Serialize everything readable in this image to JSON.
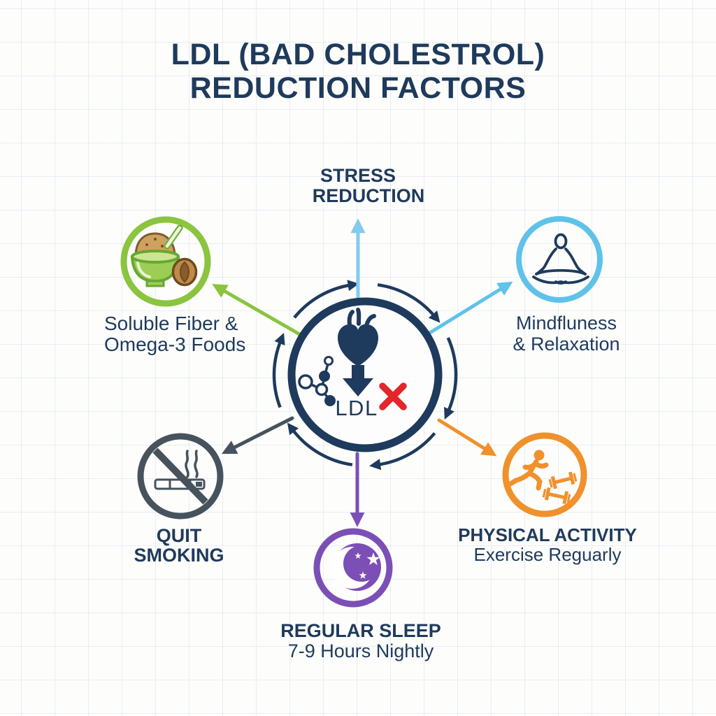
{
  "title": {
    "line1": "LDL (BAD CHOLESTROL)",
    "line2": "REDUCTION FACTORS"
  },
  "center": {
    "label": "LDL",
    "icons": [
      "anatomical-heart-icon",
      "down-arrow-icon",
      "molecule-icon",
      "red-x-icon"
    ],
    "motif": "clockwise-cycle-arrows"
  },
  "factors": {
    "stress": {
      "line1": "STRESS",
      "line2": "REDUCTION",
      "color_key": "light_blue",
      "icon": ""
    },
    "mindfulness": {
      "line1": "Mindfluness",
      "line2": "& Relaxation",
      "color_key": "sky_blue",
      "icon": "meditation-icon"
    },
    "fiber": {
      "line1": "Soluble Fiber &",
      "line2": "Omega-3 Foods",
      "color_key": "green",
      "icon": "fiber-bowl-walnut-icon"
    },
    "smoking": {
      "line1": "QUIT",
      "line2": "SMOKING",
      "color_key": "gray",
      "icon": "no-smoking-icon"
    },
    "activity": {
      "line1": "PHYSICAL ACTIVITY",
      "line2": "Exercise Reguarly",
      "color_key": "orange",
      "icon": "runner-dumbbells-icon"
    },
    "sleep": {
      "line1": "REGULAR SLEEP",
      "line2": "7-9 Hours Nightly",
      "color_key": "purple",
      "icon": "moon-stars-icon"
    }
  },
  "colors": {
    "navy": "#1e3a5c",
    "green": "#8bc43f",
    "light_blue": "#82cbee",
    "sky_blue": "#5fc2e9",
    "orange": "#f0912c",
    "purple": "#7b4fb6",
    "gray": "#46525c",
    "red": "#e3262c"
  }
}
